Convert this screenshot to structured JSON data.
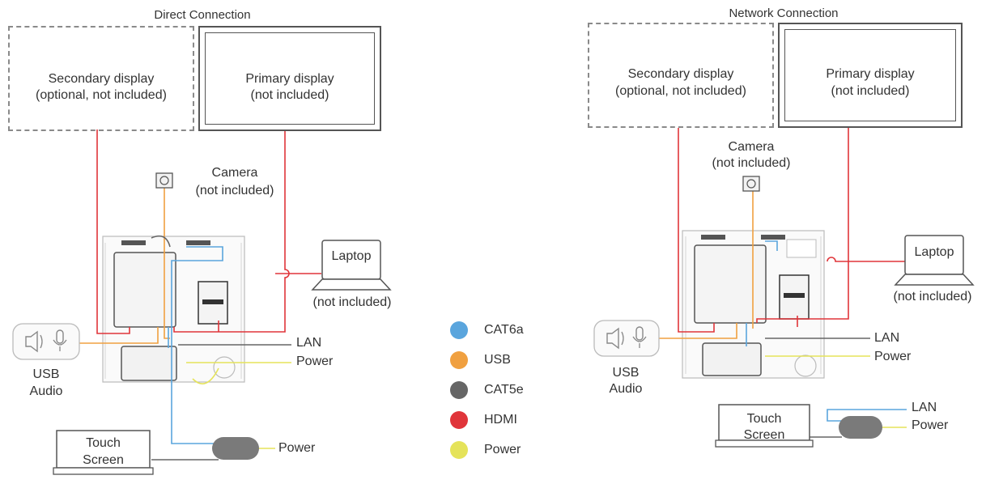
{
  "colors": {
    "cat6a": "#5aa5dd",
    "usb": "#f0a040",
    "cat5e": "#666666",
    "hdmi": "#e0353a",
    "power": "#e5e35a"
  },
  "direct": {
    "title": "Direct Connection",
    "secondary_display": [
      "Secondary display",
      "(optional, not included)"
    ],
    "primary_display": [
      "Primary display",
      "(not included)"
    ],
    "camera": [
      "Camera",
      "(not included)"
    ],
    "laptop": "Laptop",
    "laptop_note": "(not included)",
    "lan": "LAN",
    "power": "Power",
    "usb_audio": [
      "USB",
      "Audio"
    ],
    "touch_screen": [
      "Touch",
      "Screen"
    ],
    "touch_power": "Power"
  },
  "network": {
    "title": "Network Connection",
    "secondary_display": [
      "Secondary display",
      "(optional, not included)"
    ],
    "primary_display": [
      "Primary display",
      "(not included)"
    ],
    "camera": [
      "Camera",
      "(not included)"
    ],
    "laptop": "Laptop",
    "laptop_note": "(not included)",
    "lan": "LAN",
    "power": "Power",
    "usb_audio": [
      "USB",
      "Audio"
    ],
    "touch_screen": [
      "Touch",
      "Screen"
    ],
    "touch_lan": "LAN",
    "touch_power": "Power"
  },
  "legend": [
    {
      "label": "CAT6a",
      "color": "#5aa5dd"
    },
    {
      "label": "USB",
      "color": "#f0a040"
    },
    {
      "label": "CAT5e",
      "color": "#666666"
    },
    {
      "label": "HDMI",
      "color": "#e0353a"
    },
    {
      "label": "Power",
      "color": "#e5e35a"
    }
  ]
}
